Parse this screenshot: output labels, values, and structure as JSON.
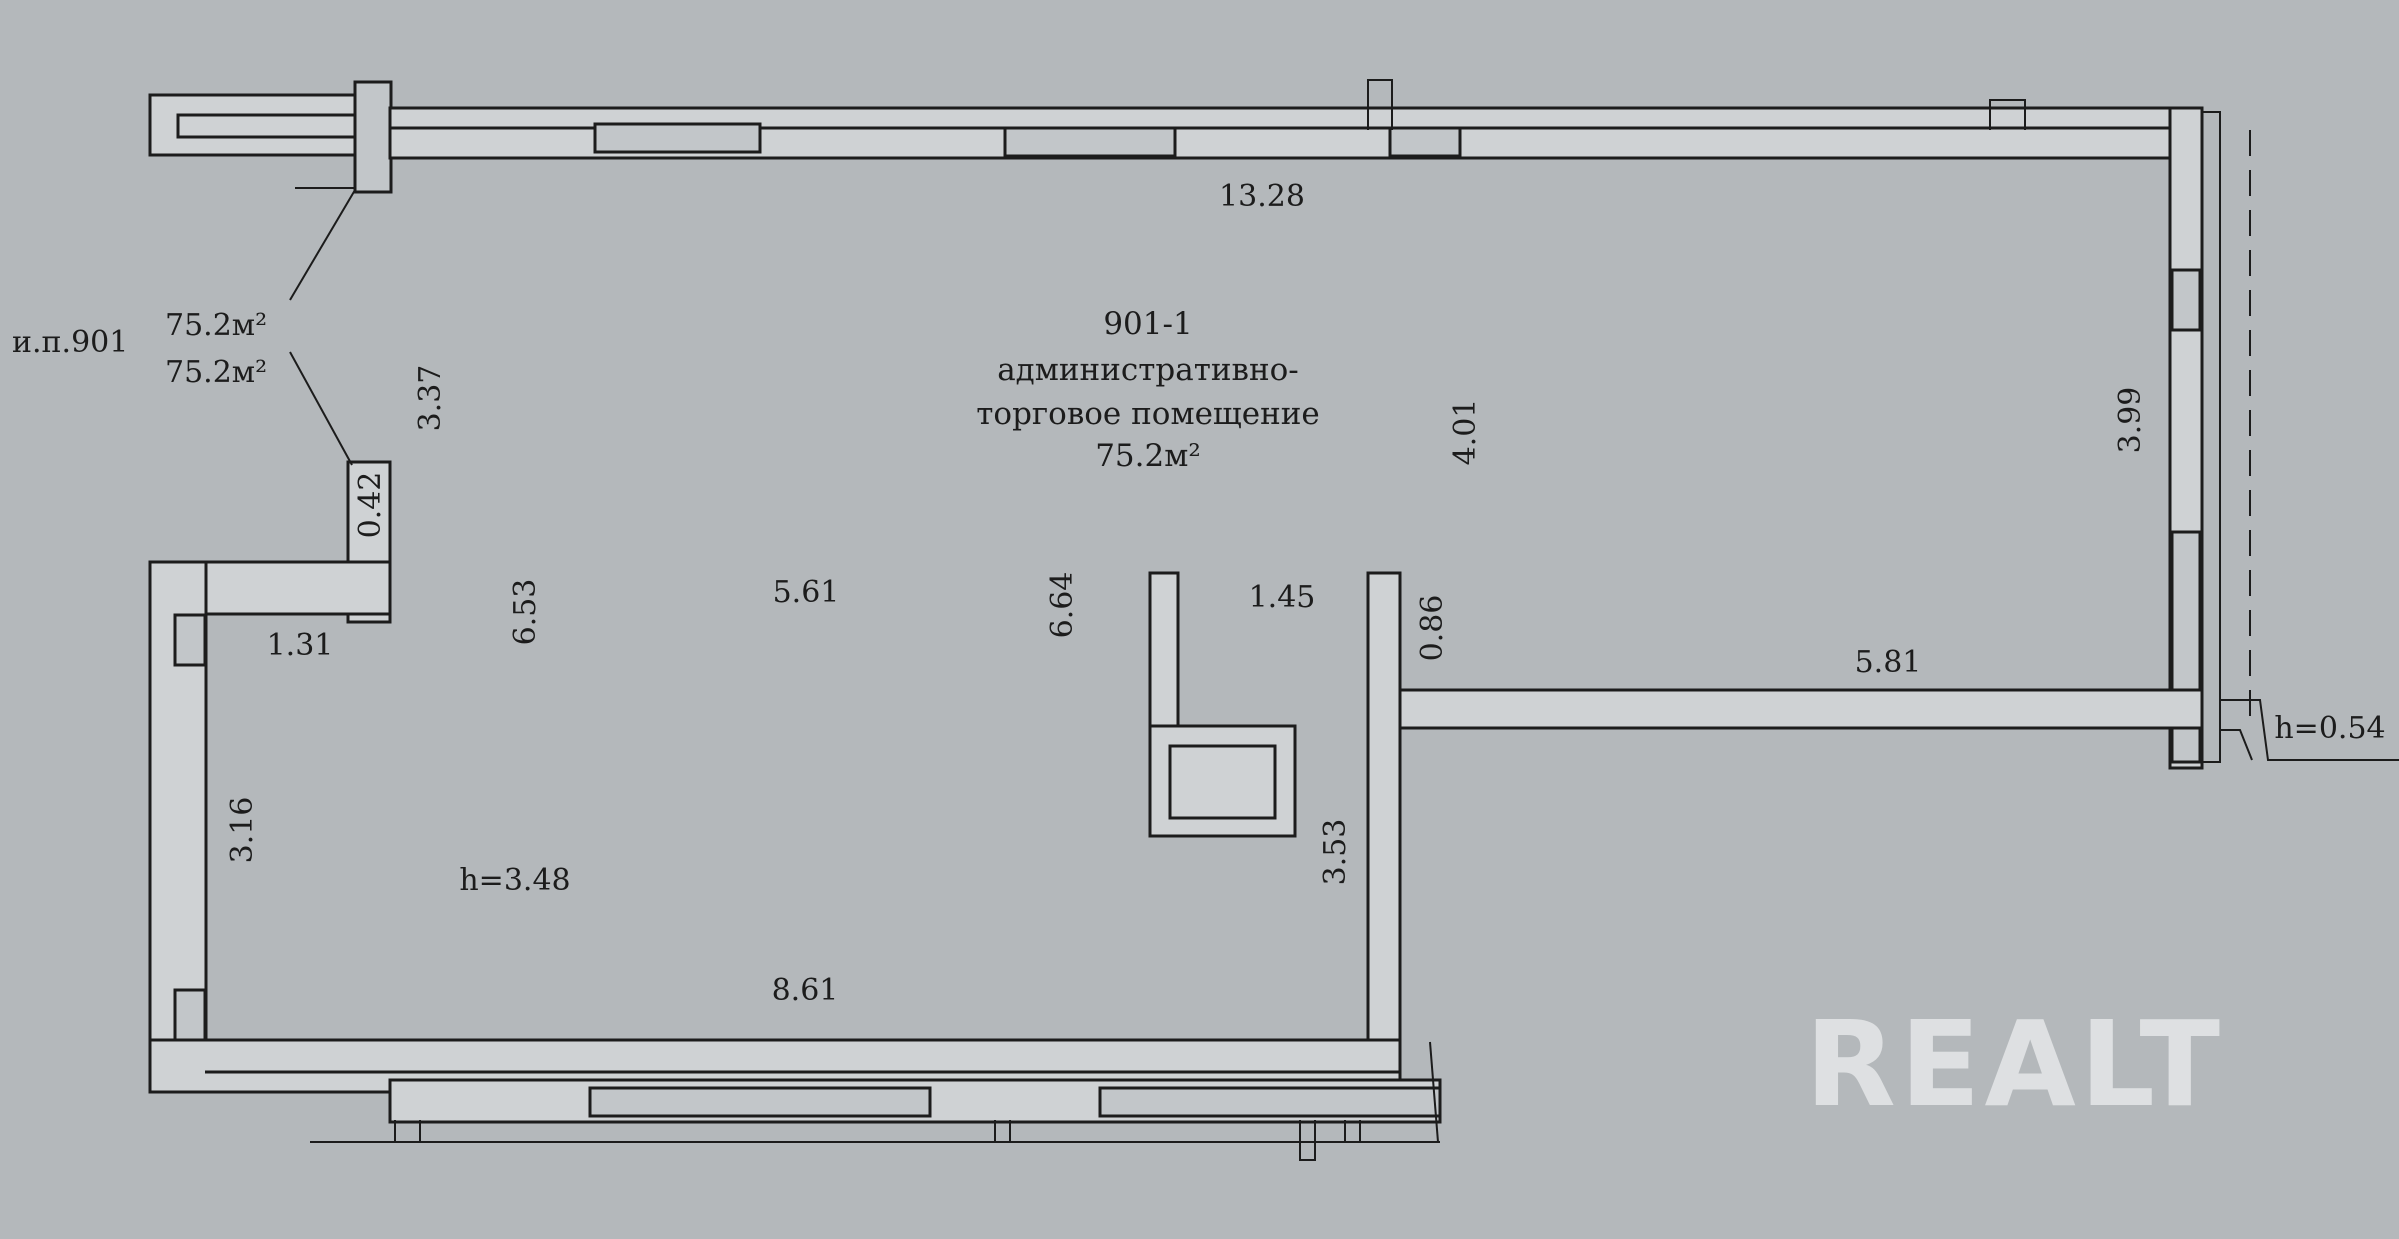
{
  "room": {
    "number": "901-1",
    "name_line1": "административно-",
    "name_line2": "торговое помещение",
    "area": "75.2м²"
  },
  "side_label": {
    "ref": "и.п.901",
    "area_total": "75.2м²",
    "area_main": "75.2м²"
  },
  "dimensions": {
    "top_wall": "13.28",
    "left_upper": "3.37",
    "niche": "0.42",
    "step": "1.31",
    "depth_left": "6.53",
    "center_width": "5.61",
    "center_depth": "6.64",
    "opening": "1.45",
    "column_gap": "0.86",
    "right_center": "4.01",
    "right_wall": "3.99",
    "right_bottom": "5.81",
    "left_lower": "3.16",
    "bottom_wall": "8.61",
    "inner_lower": "3.53"
  },
  "heights": {
    "room": "h=3.48",
    "step": "h=0.54"
  },
  "watermark": "REALT",
  "colors": {
    "paper": "#b4b8bb",
    "wall_fill": "#cfd2d4",
    "ink": "#1c1c1c",
    "watermark": "#e6e8e9"
  }
}
